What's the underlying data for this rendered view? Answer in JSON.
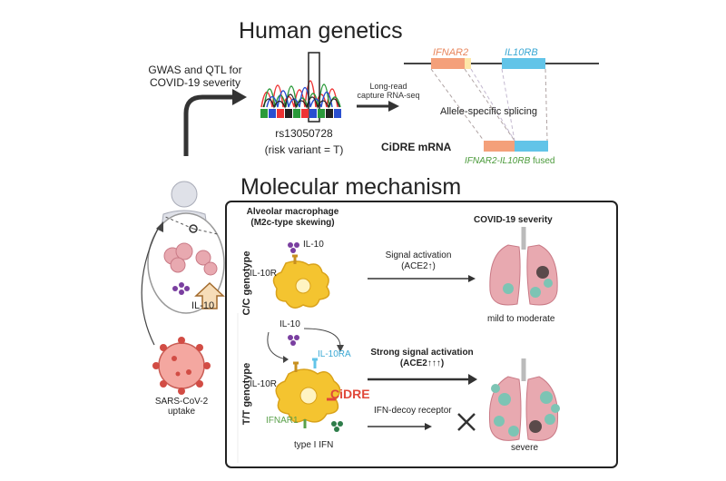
{
  "header": {
    "human_genetics_title": "Human genetics",
    "molecular_title": "Molecular mechanism"
  },
  "genetics": {
    "gwas_line1": "GWAS and QTL for",
    "gwas_line2": "COVID-19 severity",
    "snp_id": "rs13050728",
    "risk_variant": "(risk variant = T)",
    "rnaseq_line1": "Long-read",
    "rnaseq_line2": "capture RNA-seq",
    "gene1": "IFNAR2",
    "gene2": "IL10RB",
    "splicing": "Allele-specific splicing",
    "cidre_mrna": "CiDRE mRNA",
    "fused_genes": "IFNAR2-IL10RB",
    "fused_word": " fused"
  },
  "body_panel": {
    "il10": "IL-10",
    "virus_line1": "SARS-CoV-2",
    "virus_line2": "uptake"
  },
  "mechanism": {
    "macrophage_line1": "Alveolar macrophage",
    "macrophage_line2": "(M2c-type skewing)",
    "severity_title": "COVID-19 severity",
    "cc_genotype": "C/C genotype",
    "tt_genotype": "T/T genotype",
    "cc_il10": "IL-10",
    "cc_il10r": "IL-10R",
    "signal_activation": "Signal activation",
    "ace2_up": "(ACE2↑)",
    "mild": "mild to moderate",
    "tt_il10": "IL-10",
    "il10ra": "IL-10RA",
    "tt_il10r": "IL-10R",
    "cidre": "CiDRE",
    "ifnar1": "IFNAR1",
    "type1_ifn": "type I IFN",
    "strong_signal": "Strong signal activation",
    "ace2_up3": "(ACE2↑↑↑)",
    "decoy": "IFN-decoy receptor",
    "severe": "severe"
  },
  "colors": {
    "ifnar2": "#f4a07a",
    "il10rb": "#62c4e8",
    "cidre_red": "#e0483a",
    "ifnar1_green": "#5aa04a",
    "macrophage": "#f4c430",
    "dots_purple": "#7a3fa0",
    "ifn_green": "#2e7d4a",
    "lung_pink": "#e8a9b0"
  }
}
